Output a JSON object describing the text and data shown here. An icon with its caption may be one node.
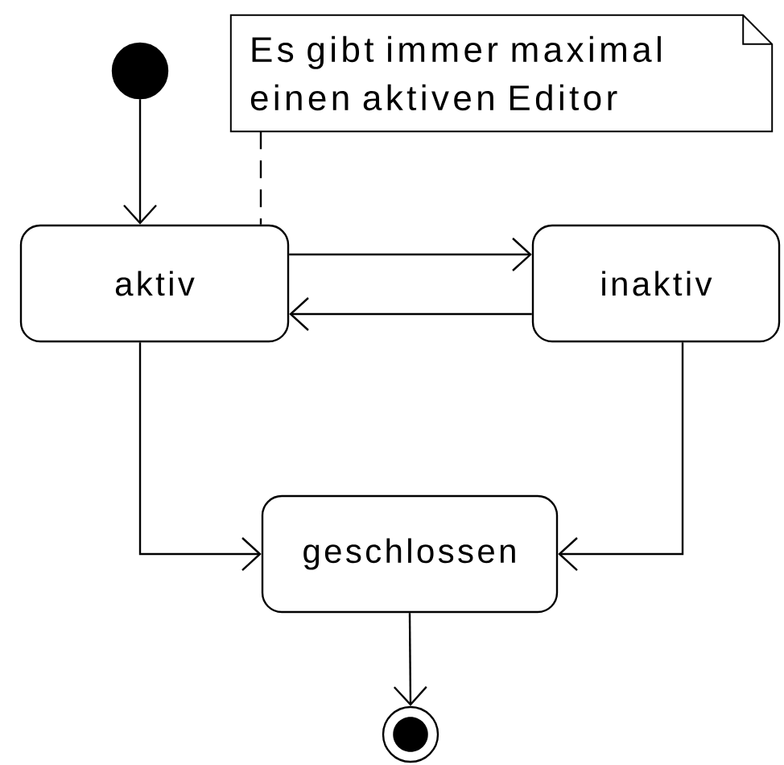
{
  "diagram": {
    "nodes": [
      {
        "text": [],
        "shape": "circle"
      },
      {
        "text": [
          "Es gibt immer maximal einen aktiven Editor"
        ]
      },
      {
        "text": [
          "aktiv"
        ]
      },
      {
        "text": [
          "inaktiv"
        ]
      },
      {
        "text": [
          "geschlossen"
        ]
      },
      {
        "text": [],
        "shape": "circle"
      }
    ],
    "edges": [
      {
        "from": 0,
        "to": 2,
        "arrow": "to"
      },
      {
        "from": 1,
        "to": 2,
        "arrow": "none",
        "style": "dashed"
      },
      {
        "from": 2,
        "to": 3,
        "arrow": "to"
      },
      {
        "from": 3,
        "to": 2,
        "arrow": "to"
      },
      {
        "from": 2,
        "to": 4,
        "arrow": "to"
      },
      {
        "from": 3,
        "to": 4,
        "arrow": "to"
      },
      {
        "from": 4,
        "to": 5,
        "arrow": "to"
      }
    ]
  }
}
